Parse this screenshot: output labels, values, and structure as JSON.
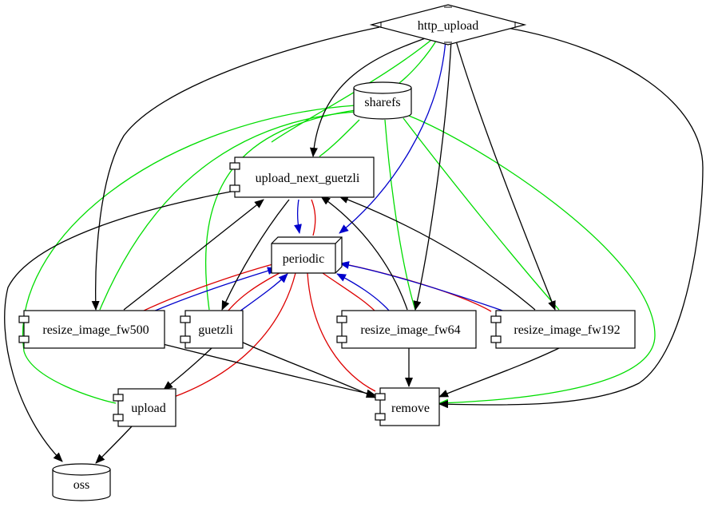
{
  "colors": {
    "black": "#000000",
    "green": "#00dd00",
    "blue": "#0000cc",
    "red": "#dd0000"
  },
  "nodes": {
    "http_upload": "http_upload",
    "sharefs": "sharefs",
    "upload_next_guetzli": "upload_next_guetzli",
    "periodic": "periodic",
    "resize_image_fw500": "resize_image_fw500",
    "guetzli": "guetzli",
    "resize_image_fw64": "resize_image_fw64",
    "resize_image_fw192": "resize_image_fw192",
    "upload": "upload",
    "remove": "remove",
    "oss": "oss"
  }
}
